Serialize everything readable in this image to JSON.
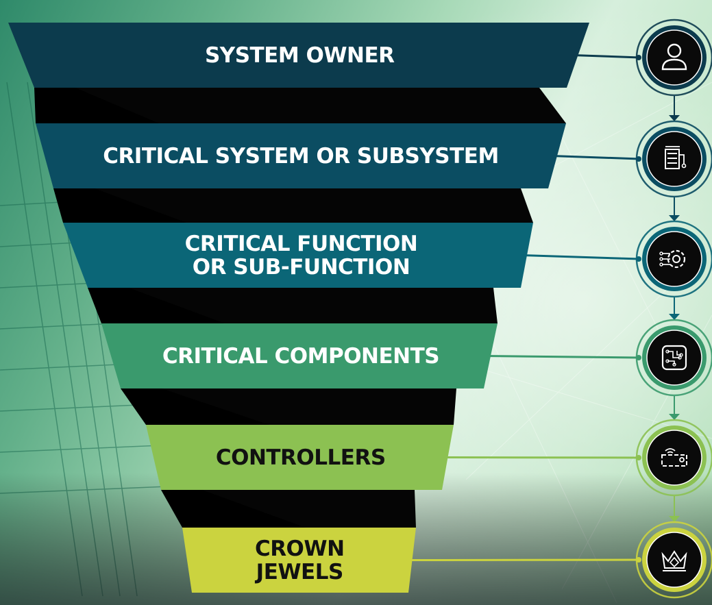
{
  "levels": [
    {
      "line1": "SYSTEM OWNER",
      "line2": "",
      "icon": "user-icon",
      "color": "#0c3b4d",
      "text_color": "#ffffff"
    },
    {
      "line1": "CRITICAL SYSTEM OR SUBSYSTEM",
      "line2": "",
      "icon": "server-network-icon",
      "color": "#0b4d62",
      "text_color": "#ffffff"
    },
    {
      "line1": "CRITICAL FUNCTION",
      "line2": "OR SUB-FUNCTION",
      "icon": "gear-circuit-icon",
      "color": "#0b6677",
      "text_color": "#ffffff"
    },
    {
      "line1": "CRITICAL COMPONENTS",
      "line2": "",
      "icon": "chip-icon",
      "color": "#3a9a6d",
      "text_color": "#ffffff"
    },
    {
      "line1": "CONTROLLERS",
      "line2": "",
      "icon": "controller-card-icon",
      "color": "#8cc152",
      "text_color": "#111111"
    },
    {
      "line1": "CROWN",
      "line2": "JEWELS",
      "icon": "crown-diamond-icon",
      "color": "#cbd33f",
      "text_color": "#111111"
    }
  ]
}
